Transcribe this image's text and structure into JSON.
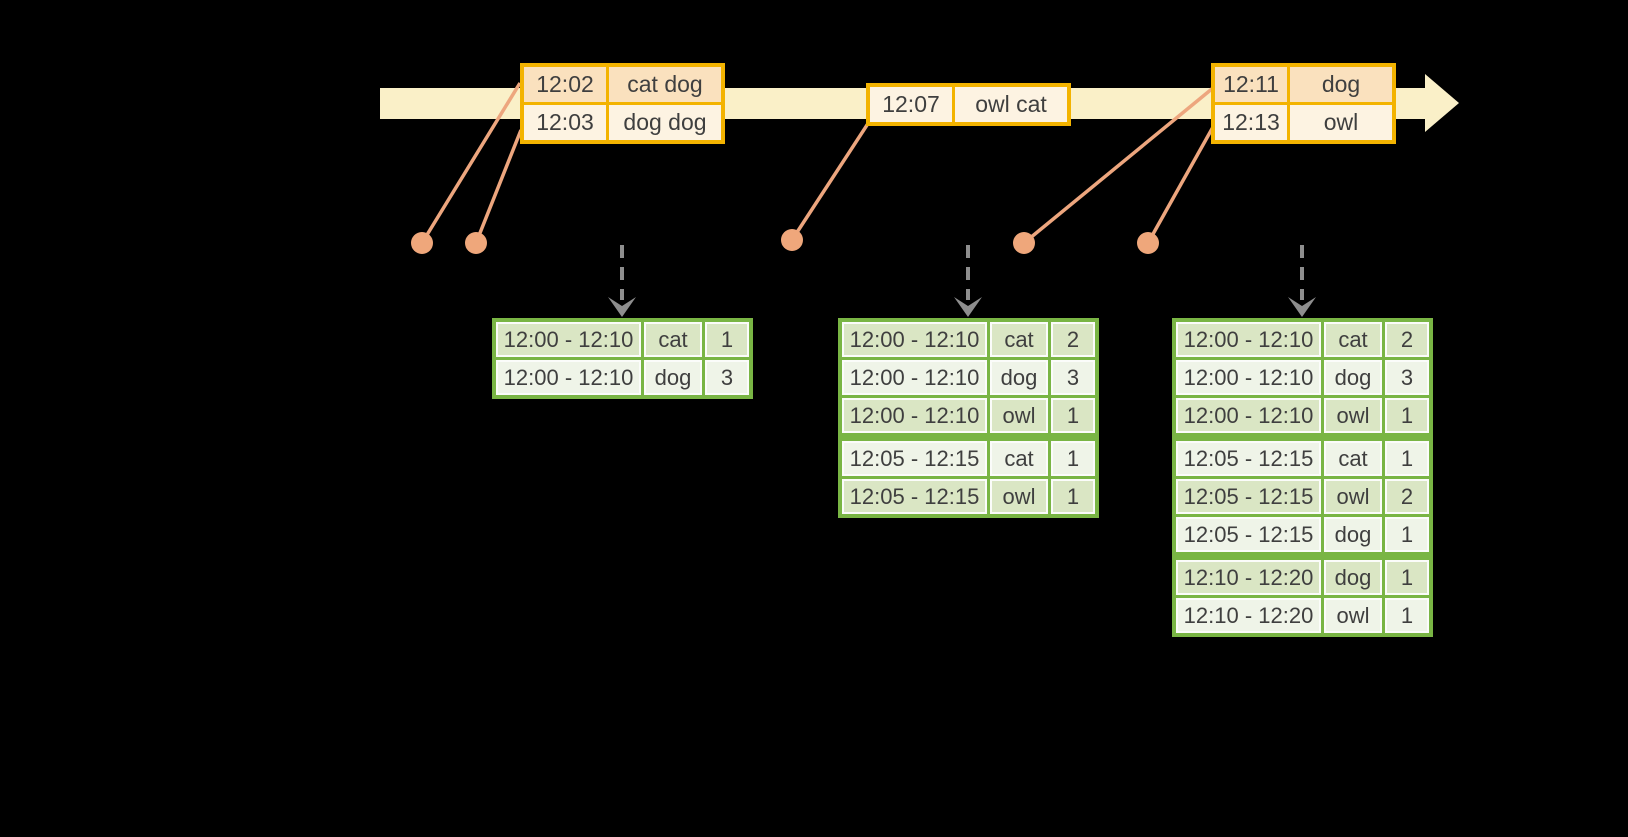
{
  "diagram": {
    "description_of_visible_content": "timeline with timestamped word events feeding windowed word-count result tables",
    "colors": {
      "background": "#000000",
      "timeline_band": "#FAF0C8",
      "event_table_border": "#F3B300",
      "event_row_dark": "#FAE1BE",
      "event_row_light": "#FDF3E2",
      "connector_line": "#EDA67E",
      "event_dot": "#EFA77B",
      "trigger_arrow": "#8E8E8E",
      "result_table_border": "#79B544",
      "result_row_dark": "#DAE6C4",
      "result_row_light": "#EFF4E8",
      "cell_outline": "#FBFCFA",
      "text": "#3F3F3F"
    },
    "event_tables": [
      {
        "rows": [
          {
            "time": "12:02",
            "words": "cat dog",
            "shade": "dark"
          },
          {
            "time": "12:03",
            "words": "dog dog",
            "shade": "light"
          }
        ]
      },
      {
        "rows": [
          {
            "time": "12:07",
            "words": "owl cat",
            "shade": "light"
          }
        ]
      },
      {
        "rows": [
          {
            "time": "12:11",
            "words": "dog",
            "shade": "dark"
          },
          {
            "time": "12:13",
            "words": "owl",
            "shade": "light"
          }
        ]
      }
    ],
    "result_tables": [
      {
        "rows": [
          {
            "window": "12:00 - 12:10",
            "word": "cat",
            "count": "1",
            "shade": "dark"
          },
          {
            "window": "12:00 - 12:10",
            "word": "dog",
            "count": "3",
            "shade": "light"
          }
        ],
        "group_breaks": []
      },
      {
        "rows": [
          {
            "window": "12:00 - 12:10",
            "word": "cat",
            "count": "2",
            "shade": "dark"
          },
          {
            "window": "12:00 - 12:10",
            "word": "dog",
            "count": "3",
            "shade": "light"
          },
          {
            "window": "12:00 - 12:10",
            "word": "owl",
            "count": "1",
            "shade": "dark"
          },
          {
            "window": "12:05 - 12:15",
            "word": "cat",
            "count": "1",
            "shade": "light"
          },
          {
            "window": "12:05 - 12:15",
            "word": "owl",
            "count": "1",
            "shade": "dark"
          }
        ],
        "group_breaks": [
          3
        ]
      },
      {
        "rows": [
          {
            "window": "12:00 - 12:10",
            "word": "cat",
            "count": "2",
            "shade": "dark"
          },
          {
            "window": "12:00 - 12:10",
            "word": "dog",
            "count": "3",
            "shade": "light"
          },
          {
            "window": "12:00 - 12:10",
            "word": "owl",
            "count": "1",
            "shade": "dark"
          },
          {
            "window": "12:05 - 12:15",
            "word": "cat",
            "count": "1",
            "shade": "light"
          },
          {
            "window": "12:05 - 12:15",
            "word": "owl",
            "count": "2",
            "shade": "dark"
          },
          {
            "window": "12:05 - 12:15",
            "word": "dog",
            "count": "1",
            "shade": "light"
          },
          {
            "window": "12:10 - 12:20",
            "word": "dog",
            "count": "1",
            "shade": "dark"
          },
          {
            "window": "12:10 - 12:20",
            "word": "owl",
            "count": "1",
            "shade": "light"
          }
        ],
        "group_breaks": [
          3,
          6
        ]
      }
    ]
  }
}
